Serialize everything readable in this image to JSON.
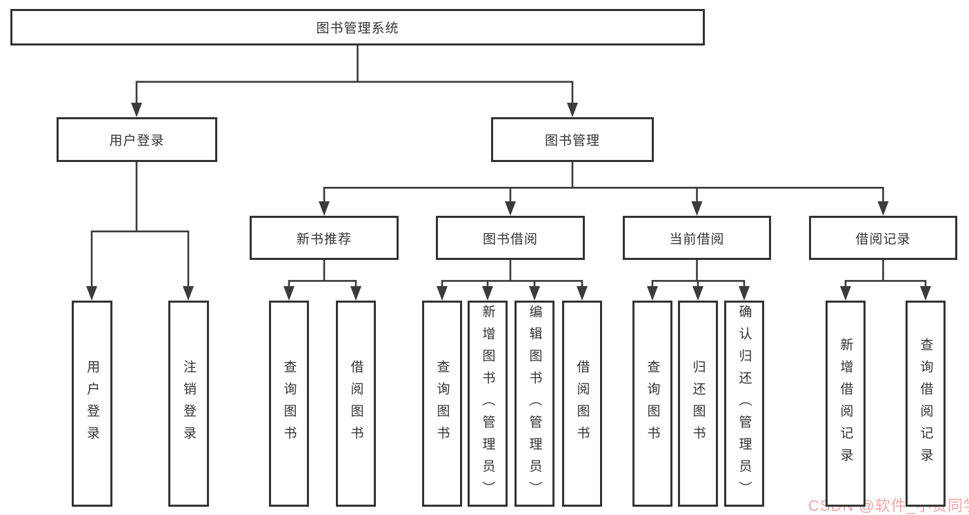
{
  "diagram_type": "tree",
  "tree": {
    "label": "图书管理系统",
    "children": [
      {
        "label": "用户登录",
        "children": [
          {
            "label": "用户登录"
          },
          {
            "label": "注销登录"
          }
        ]
      },
      {
        "label": "图书管理",
        "children": [
          {
            "label": "新书推荐",
            "children": [
              {
                "label": "查询图书"
              },
              {
                "label": "借阅图书"
              }
            ]
          },
          {
            "label": "图书借阅",
            "children": [
              {
                "label": "查询图书"
              },
              {
                "label": "新增图书（管理员）"
              },
              {
                "label": "编辑图书（管理员）"
              },
              {
                "label": "借阅图书"
              }
            ]
          },
          {
            "label": "当前借阅",
            "children": [
              {
                "label": "查询图书"
              },
              {
                "label": "归还图书"
              },
              {
                "label": "确认归还（管理员）"
              }
            ]
          },
          {
            "label": "借阅记录",
            "children": [
              {
                "label": "新增借阅记录"
              },
              {
                "label": "查询借阅记录"
              }
            ]
          }
        ]
      }
    ]
  },
  "watermark": {
    "text": "CSDN @软件_小贺同学",
    "color": "#f2a6a6"
  },
  "colors": {
    "background": "#ffffff",
    "box_border": "#333333",
    "box_fill": "#ffffff",
    "text": "#333333",
    "connector": "#3b3b3b"
  }
}
